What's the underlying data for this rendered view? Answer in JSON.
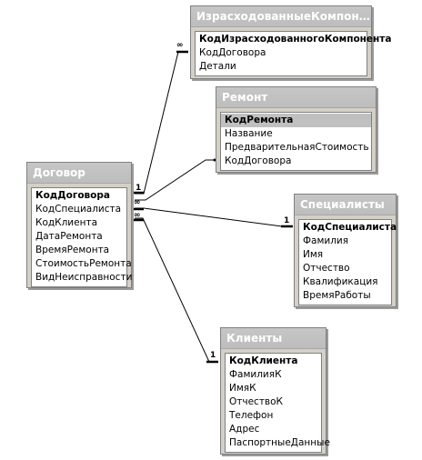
{
  "tables": {
    "dogovor": {
      "title": "Договор",
      "fields": [
        "КодДоговора",
        "КодСпециалиста",
        "КодКлиента",
        "ДатаРемонта",
        "ВремяРемонта",
        "СтоимостьРемонта",
        "ВидНеисправности"
      ]
    },
    "izrashod": {
      "title": "ИзрасходованныеКомпоне...",
      "fields": [
        "КодИзрасходованногоКомпонента",
        "КодДоговора",
        "Детали"
      ]
    },
    "remont": {
      "title": "Ремонт",
      "fields": [
        "КодРемонта",
        "Название",
        "ПредварительнаяСтоимость",
        "КодДоговора"
      ]
    },
    "specialisty": {
      "title": "Специалисты",
      "fields": [
        "КодСпециалиста",
        "Фамилия",
        "Имя",
        "Отчество",
        "Квалификация",
        "ВремяРаботы"
      ]
    },
    "klienty": {
      "title": "Клиенты",
      "fields": [
        "КодКлиента",
        "ФамилияК",
        "ИмяК",
        "ОтчествоК",
        "Телефон",
        "Адрес",
        "ПаспортныеДанные"
      ]
    }
  },
  "relations": [
    {
      "from": "dogovor",
      "to": "izrashod",
      "from_card": "1",
      "to_card": "∞"
    },
    {
      "from": "dogovor",
      "to": "remont",
      "from_card": "",
      "to_card": ""
    },
    {
      "from": "specialisty",
      "to": "dogovor",
      "from_card": "1",
      "to_card": "∞"
    },
    {
      "from": "klienty",
      "to": "dogovor",
      "from_card": "1",
      "to_card": "∞"
    }
  ]
}
